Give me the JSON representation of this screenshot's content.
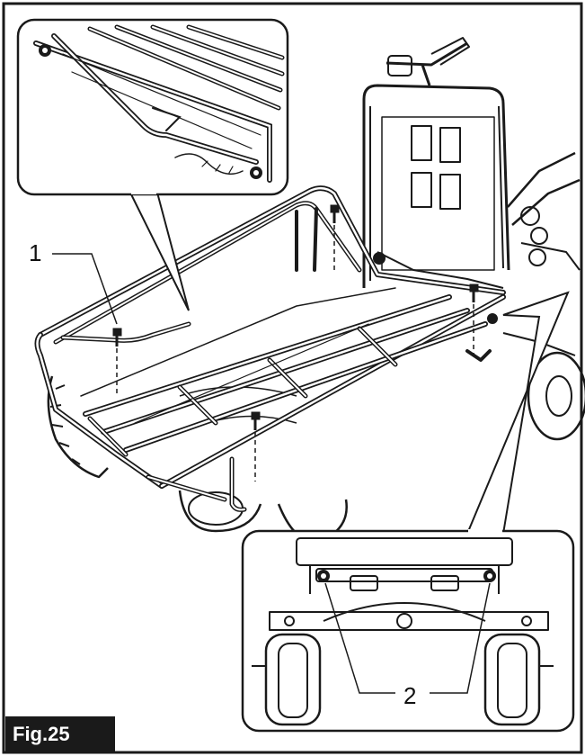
{
  "figure": {
    "label": "Fig.25",
    "callouts": [
      {
        "id": "1"
      },
      {
        "id": "2"
      }
    ]
  },
  "colors": {
    "line": "#1a1a1a",
    "panel_fill": "#ffffff",
    "label_bg": "#1a1a1a",
    "label_text": "#ffffff"
  }
}
